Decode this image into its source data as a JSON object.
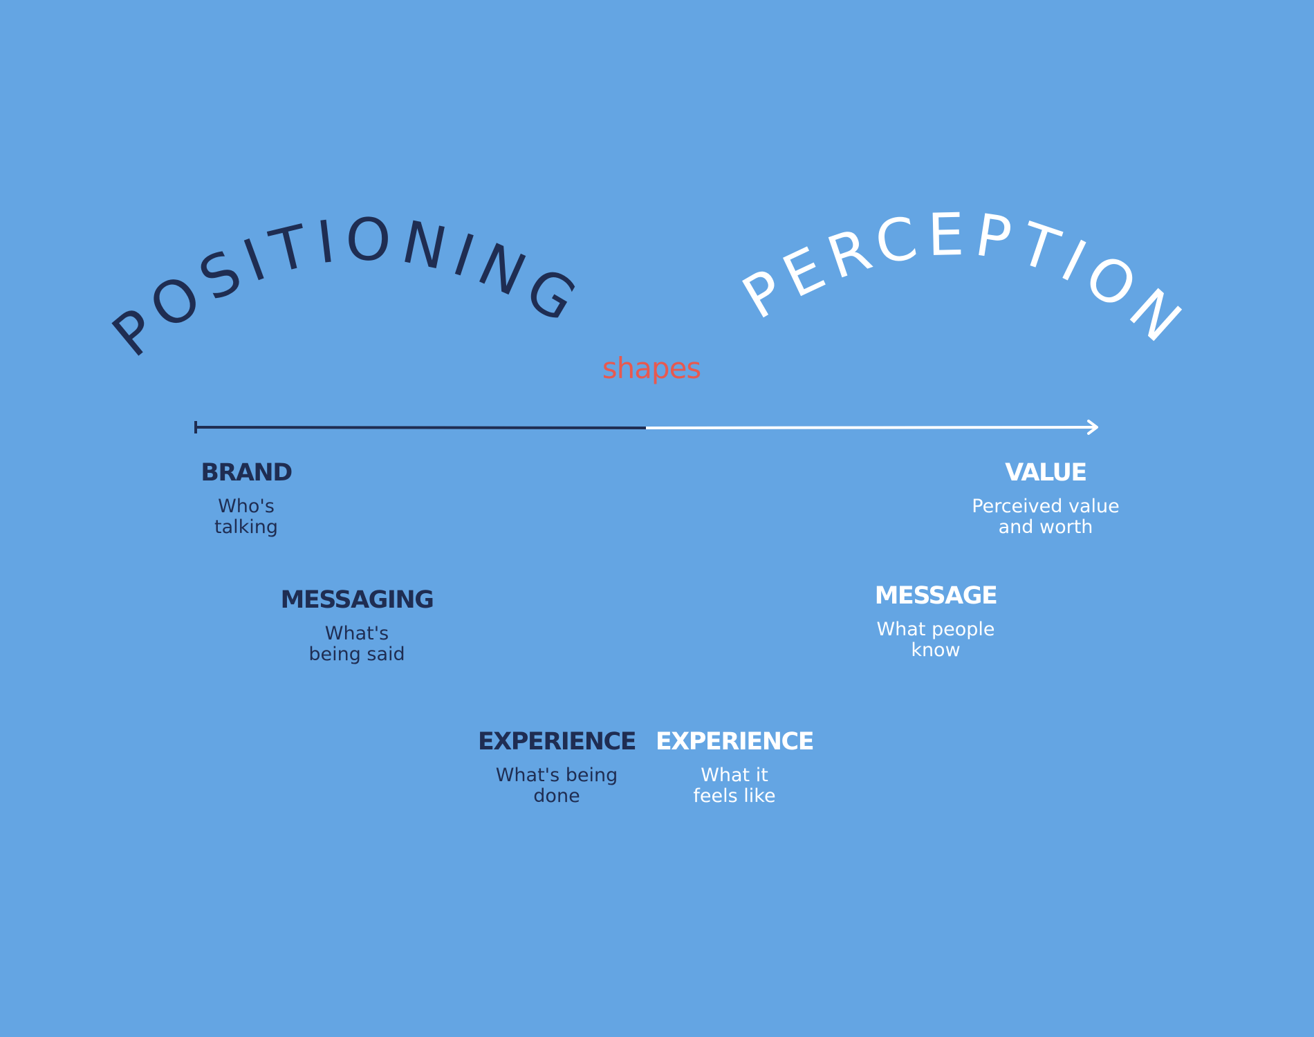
{
  "background": "#64a5e3",
  "colors": {
    "dark": "#1f2d52",
    "light": "#ffffff",
    "accent": "#e8594f"
  },
  "left_heading": "POSITIONING",
  "right_heading": "PERCEPTION",
  "connector": "shapes",
  "positioning_items": [
    {
      "title": "BRAND",
      "description": "Who's\ntalking"
    },
    {
      "title": "MESSAGING",
      "description": "What's\nbeing said"
    },
    {
      "title": "EXPERIENCE",
      "description": "What's being\ndone"
    }
  ],
  "perception_items": [
    {
      "title": "VALUE",
      "description": "Perceived value\nand worth"
    },
    {
      "title": "MESSAGE",
      "description": "What people\nknow"
    },
    {
      "title": "EXPERIENCE",
      "description": "What it\nfeels like"
    }
  ]
}
